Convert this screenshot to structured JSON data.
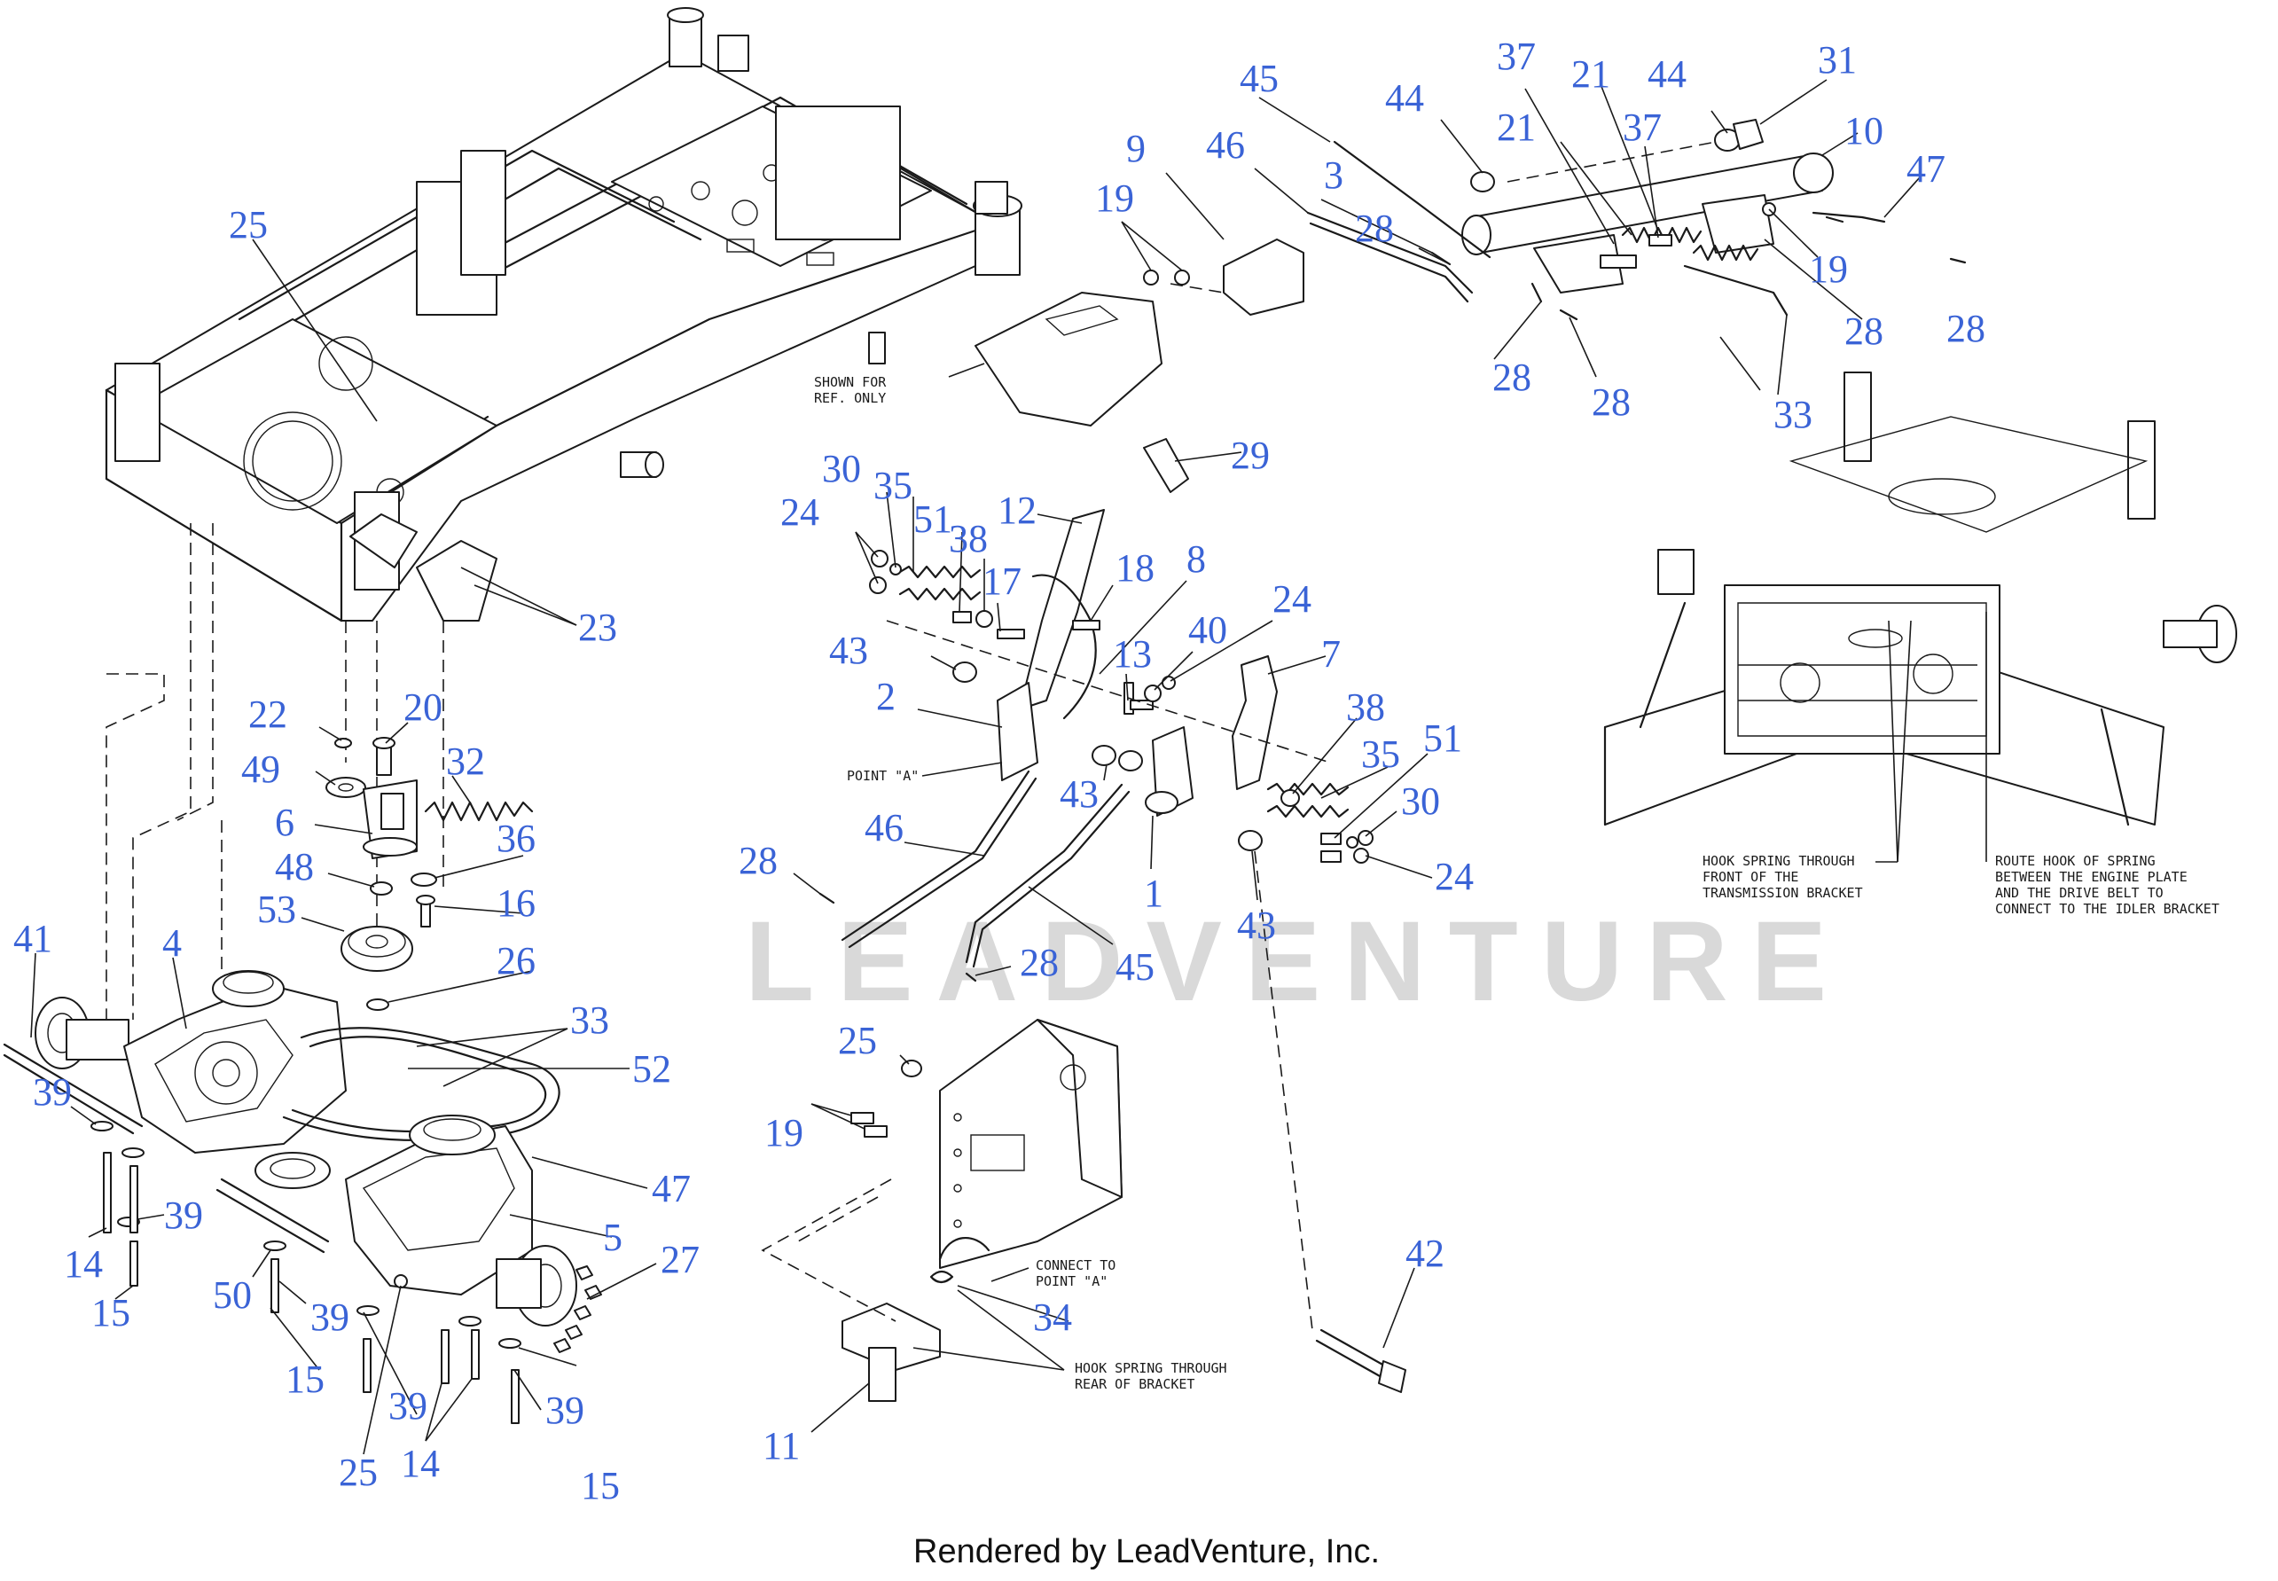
{
  "watermark": "LEADVENTURE",
  "footer": "Rendered by LeadVenture, Inc.",
  "notes": {
    "ref_line1": "SHOWN FOR",
    "ref_line2": "REF. ONLY",
    "point_a": "POINT \"A\"",
    "connect_line1": "CONNECT TO",
    "connect_line2": "POINT \"A\"",
    "hook_rear_line1": "HOOK SPRING THROUGH",
    "hook_rear_line2": "REAR OF BRACKET",
    "hook_front_line1": "HOOK SPRING THROUGH",
    "hook_front_line2": "FRONT OF THE",
    "hook_front_line3": "TRANSMISSION BRACKET",
    "route_line1": "ROUTE HOOK OF SPRING",
    "route_line2": "BETWEEN THE ENGINE PLATE",
    "route_line3": "AND THE DRIVE BELT TO",
    "route_line4": "CONNECT TO THE IDLER BRACKET"
  },
  "callouts": {
    "c25a": "25",
    "c23": "23",
    "c22": "22",
    "c20": "20",
    "c49": "49",
    "c32": "32",
    "c6": "6",
    "c36": "36",
    "c48": "48",
    "c16": "16",
    "c53": "53",
    "c26": "26",
    "c41": "41",
    "c4": "4",
    "c33a": "33",
    "c52": "52",
    "c47a": "47",
    "c39a": "39",
    "c39b": "39",
    "c14a": "14",
    "c15a": "15",
    "c50": "50",
    "c39c": "39",
    "c15b": "15",
    "c5": "5",
    "c27": "27",
    "c39d": "39",
    "c39e": "39",
    "c25b": "25",
    "c14b": "14",
    "c15c": "15",
    "c45a": "45",
    "c9": "9",
    "c46a": "46",
    "c19a": "19",
    "c3": "3",
    "c28a": "28",
    "c44a": "44",
    "c37a": "37",
    "c21a": "21",
    "c21b": "21",
    "c37b": "37",
    "c44b": "44",
    "c31": "31",
    "c10": "10",
    "c47b": "47",
    "c19b": "19",
    "c28b": "28",
    "c28c": "28",
    "c28d": "28",
    "c28e": "28",
    "c33b": "33",
    "c29": "29",
    "c30a": "30",
    "c35a": "35",
    "c24a": "24",
    "c51a": "51",
    "c38a": "38",
    "c12": "12",
    "c17": "17",
    "c18": "18",
    "c8": "8",
    "c24b": "24",
    "c43a": "43",
    "c13": "13",
    "c40": "40",
    "c7": "7",
    "c2": "2",
    "c43b": "43",
    "c38b": "38",
    "c35b": "35",
    "c51b": "51",
    "c30b": "30",
    "c24c": "24",
    "c1": "1",
    "c43c": "43",
    "c46b": "46",
    "c28f": "28",
    "c45b": "45",
    "c28g": "28",
    "c25c": "25",
    "c19c": "19",
    "c34": "34",
    "c11": "11",
    "c42": "42"
  }
}
